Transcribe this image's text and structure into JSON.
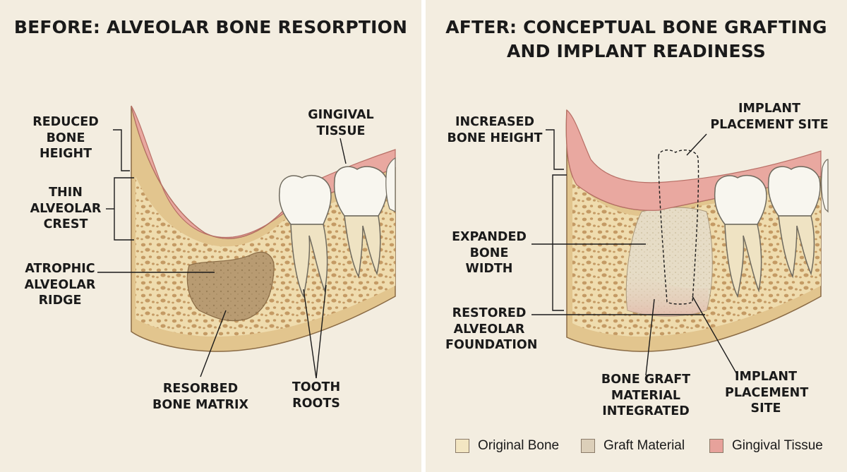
{
  "before": {
    "title": "BEFORE: ALVEOLAR BONE RESORPTION",
    "labels": {
      "reduced_bone_height": "REDUCED\nBONE HEIGHT",
      "gingival_tissue": "GINGIVAL\nTISSUE",
      "thin_alveolar_crest": "THIN\nALVEOLAR\nCREST",
      "atrophic_alveolar_ridge": "ATROPHIC\nALVEOLAR\nRIDGE",
      "resorbed_bone_matrix": "RESORBED\nBONE MATRIX",
      "tooth_roots": "TOOTH\nROOTS"
    }
  },
  "after": {
    "title": "AFTER: CONCEPTUAL BONE GRAFTING\nAND IMPLANT READINESS",
    "labels": {
      "increased_bone_height": "INCREASED\nBONE HEIGHT",
      "implant_placement_site_top": "IMPLANT\nPLACEMENT SITE",
      "expanded_bone_width": "EXPANDED\nBONE WIDTH",
      "restored_alveolar_foundation": "RESTORED\nALVEOLAR\nFOUNDATION",
      "bone_graft_material_integrated": "BONE GRAFT\nMATERIAL\nINTEGRATED",
      "implant_placement_site_bottom": "IMPLANT\nPLACEMENT\nSITE"
    }
  },
  "legend": [
    {
      "label": "Original Bone",
      "color": "#f3e6c2"
    },
    {
      "label": "Graft Material",
      "color": "#dccfb9"
    },
    {
      "label": "Gingival Tissue",
      "color": "#e7a29b"
    }
  ],
  "colors": {
    "background": "#f3ede0",
    "bone": "#efdcae",
    "bone_pore": "#c49a64",
    "cortical": "#e2c58e",
    "gum": "#e9a8a0",
    "resorbed": "#b89b72",
    "graft": "#e6dcc6",
    "graft_pink": "#e2b5a6",
    "tooth": "#f8f6ef",
    "outline": "#1a1a1a"
  }
}
